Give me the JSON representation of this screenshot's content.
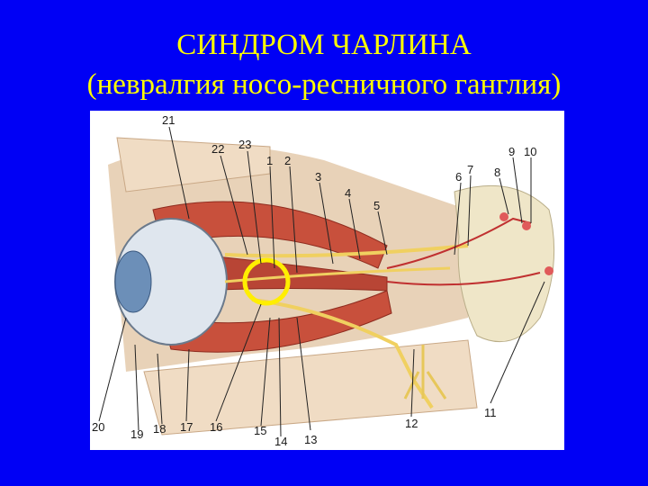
{
  "slide": {
    "title": "СИНДРОМ ЧАРЛИНА",
    "subtitle": "(невралгия носо-ресничного ганглия)"
  },
  "figure": {
    "labels": [
      "21",
      "22",
      "23",
      "1",
      "2",
      "3",
      "4",
      "5",
      "6",
      "7",
      "8",
      "9",
      "10",
      "11",
      "12",
      "13",
      "14",
      "15",
      "16",
      "17",
      "18",
      "19",
      "20"
    ]
  },
  "colors": {
    "background": "#0000f5",
    "title": "#ffff00",
    "highlight_ring": "#ffee00"
  }
}
